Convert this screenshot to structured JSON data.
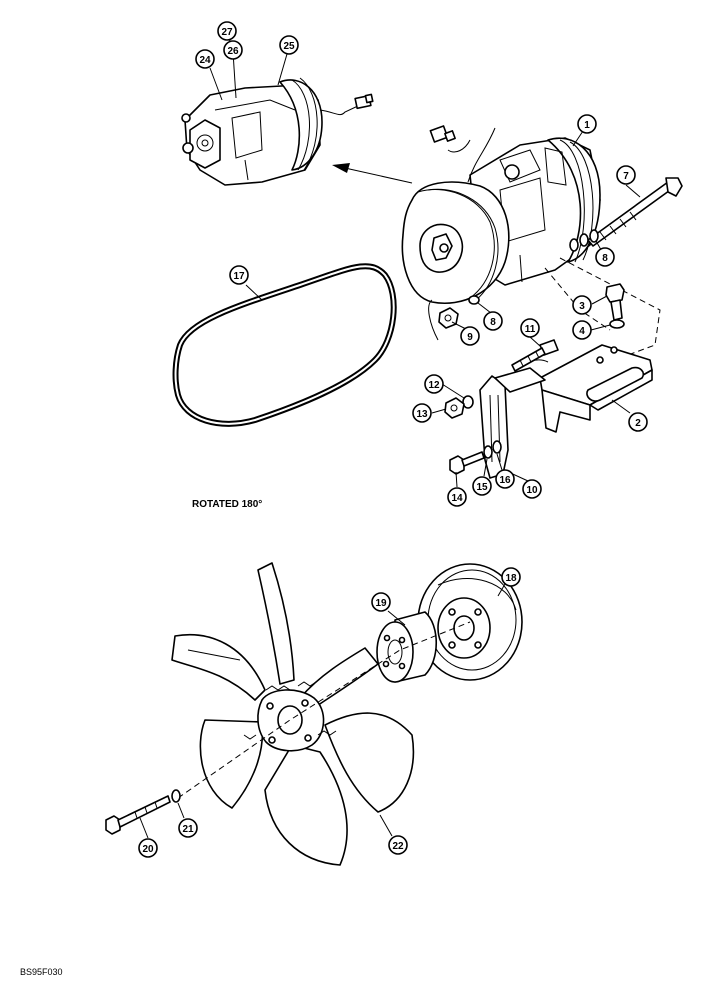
{
  "note": "ROTATED 180°",
  "figure_code": "BS95F030",
  "callouts": {
    "c1": "1",
    "c2": "2",
    "c3": "3",
    "c4": "4",
    "c7": "7",
    "c8a": "8",
    "c8b": "8",
    "c9": "9",
    "c10": "10",
    "c11": "11",
    "c12": "12",
    "c13": "13",
    "c14": "14",
    "c15": "15",
    "c16": "16",
    "c17": "17",
    "c18": "18",
    "c19": "19",
    "c20": "20",
    "c21": "21",
    "c22": "22",
    "c24": "24",
    "c25": "25",
    "c26": "26",
    "c27": "27"
  }
}
